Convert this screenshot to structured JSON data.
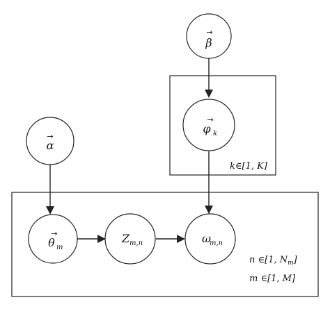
{
  "nodes": {
    "beta": {
      "symbol": "β",
      "vector": "→",
      "sub": ""
    },
    "phi": {
      "symbol": "φ",
      "vector": "→",
      "sub": "k"
    },
    "alpha": {
      "symbol": "α",
      "vector": "→",
      "sub": ""
    },
    "theta": {
      "symbol": "θ",
      "vector": "→",
      "sub": "m"
    },
    "z": {
      "symbol": "Z",
      "vector": "",
      "sub": "m,n"
    },
    "omega": {
      "symbol": "ω",
      "vector": "",
      "sub": "m,n"
    }
  },
  "plates": {
    "topic_plate": {
      "label": "k∈[1, K]"
    },
    "document_plate": {
      "label_n": "n ∈[1, N",
      "label_n_sub": "m",
      "label_n_end": "]",
      "label_m": "m ∈[1, M]"
    }
  },
  "colors": {
    "stroke": "#222222",
    "background": "#ffffff"
  }
}
